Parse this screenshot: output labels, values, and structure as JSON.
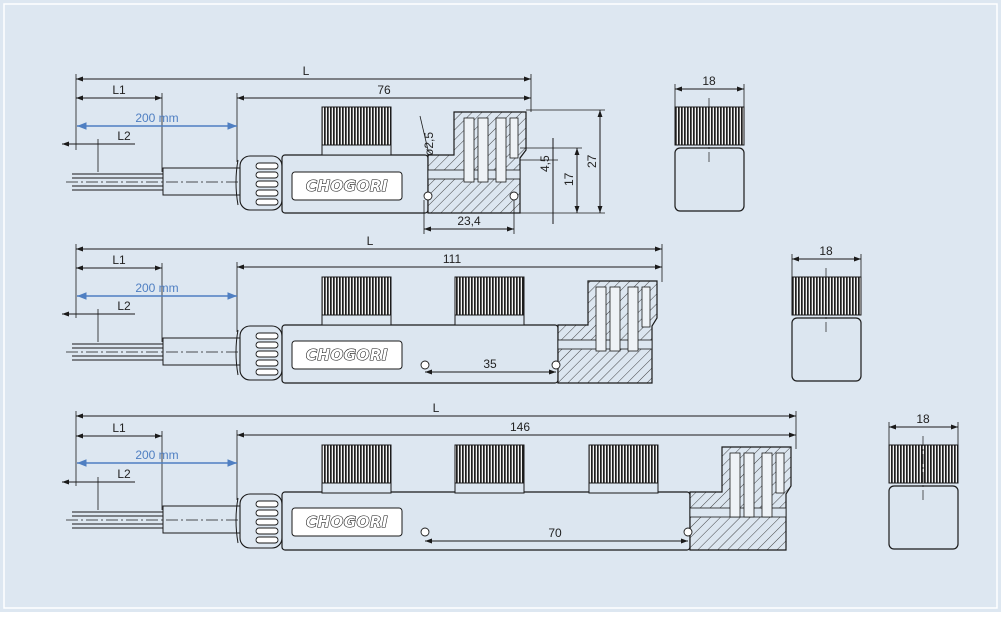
{
  "colors": {
    "background": "#dde7f1",
    "frame": "#ffffff",
    "line": "#1a1a1a",
    "part_fill": "#dce6f0",
    "accent_blue": "#4f7fc2"
  },
  "common": {
    "brand_text": "CHOGORI",
    "length_label": "L",
    "l1_label": "L1",
    "l2_label": "L2",
    "cable_label": "200 mm",
    "width_label": "18"
  },
  "variants": [
    {
      "body_length": "76",
      "pin_diameter": "ø2,5",
      "height_full": "27",
      "height_body": "17",
      "height_step": "4,5",
      "hole_spacing": "23,4"
    },
    {
      "body_length": "111",
      "hole_spacing": "35"
    },
    {
      "body_length": "146",
      "hole_spacing": "70"
    }
  ]
}
